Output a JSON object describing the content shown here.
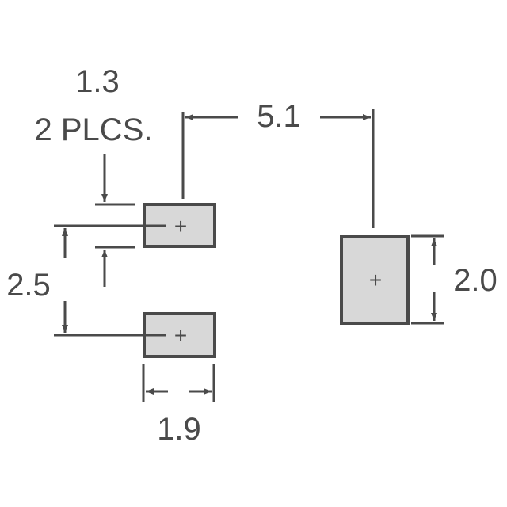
{
  "colors": {
    "line": "#4a4a4a",
    "pad_fill": "#d8d8d8",
    "pad_stroke": "#4a4a4a",
    "text": "#4a4a4a",
    "background": "#ffffff"
  },
  "labels": {
    "pad_width_value": "1.3",
    "pad_width_note": "2 PLCS.",
    "pad_spacing_horizontal": "5.1",
    "pad_pitch_vertical": "2.5",
    "large_pad_height": "2.0",
    "small_pad_width": "1.9"
  },
  "pads": {
    "center_mark": "+"
  }
}
